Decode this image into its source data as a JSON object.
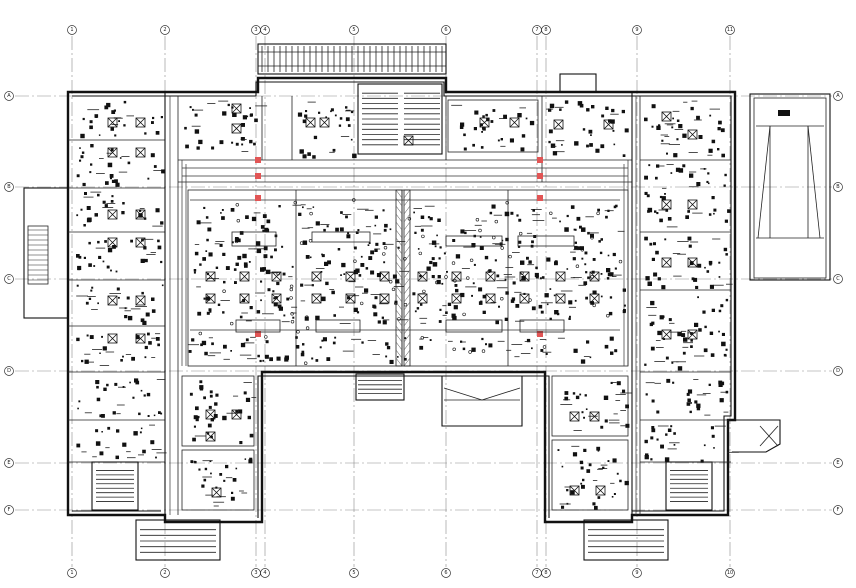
{
  "drawing": {
    "background": "#ffffff",
    "line_color": "#111111",
    "grid_color": "#8a8a8a",
    "accent_color": "#e25555"
  },
  "grid_labels": {
    "vertical": [
      "1",
      "2",
      "3",
      "4",
      "5",
      "6",
      "7",
      "8",
      "9",
      "10",
      "11"
    ],
    "horizontal": [
      "A",
      "B",
      "C",
      "D",
      "E",
      "F"
    ]
  }
}
